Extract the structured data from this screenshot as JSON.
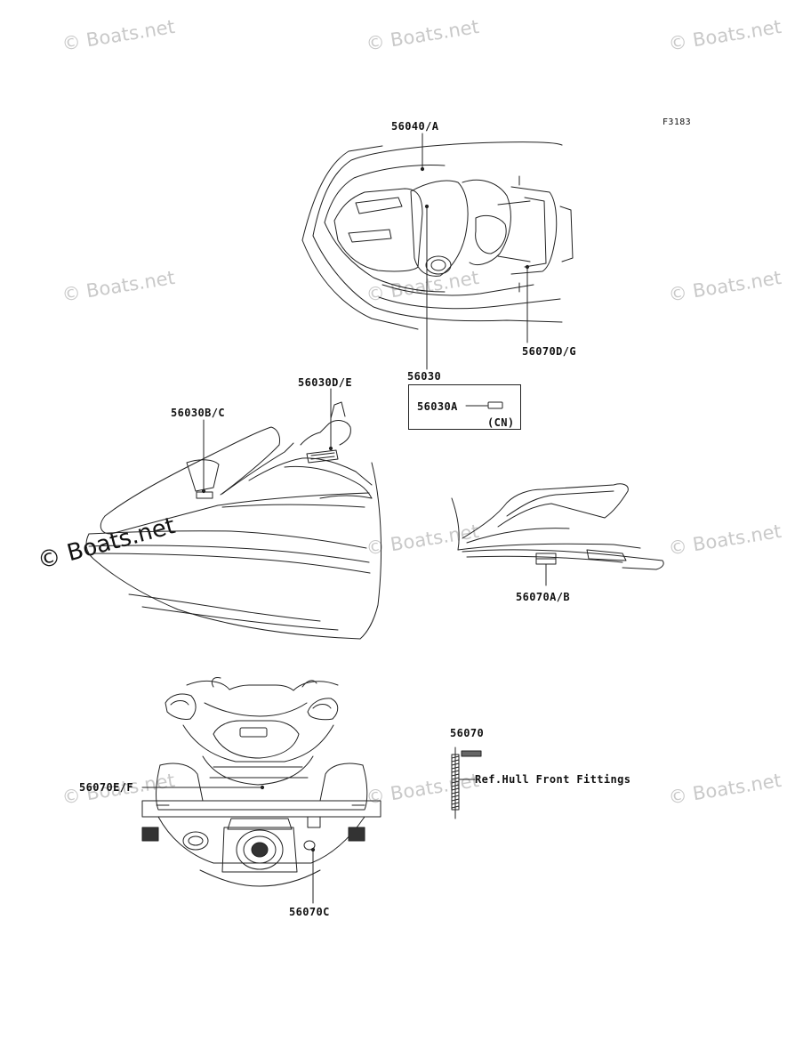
{
  "figure_code": "F3183",
  "watermark": "© Boats.net",
  "callouts": {
    "c1": "56040/A",
    "c2": "56030",
    "c3": "56030A",
    "c4": "(CN)",
    "c5": "56070D/G",
    "c6": "56030D/E",
    "c7": "56030B/C",
    "c8": "56070A/B",
    "c9": "56070",
    "c10": "Ref.Hull Front Fittings",
    "c11": "56070E/F",
    "c12": "56070C"
  },
  "colors": {
    "line": "#222222",
    "watermark": "#c9c9c9"
  }
}
